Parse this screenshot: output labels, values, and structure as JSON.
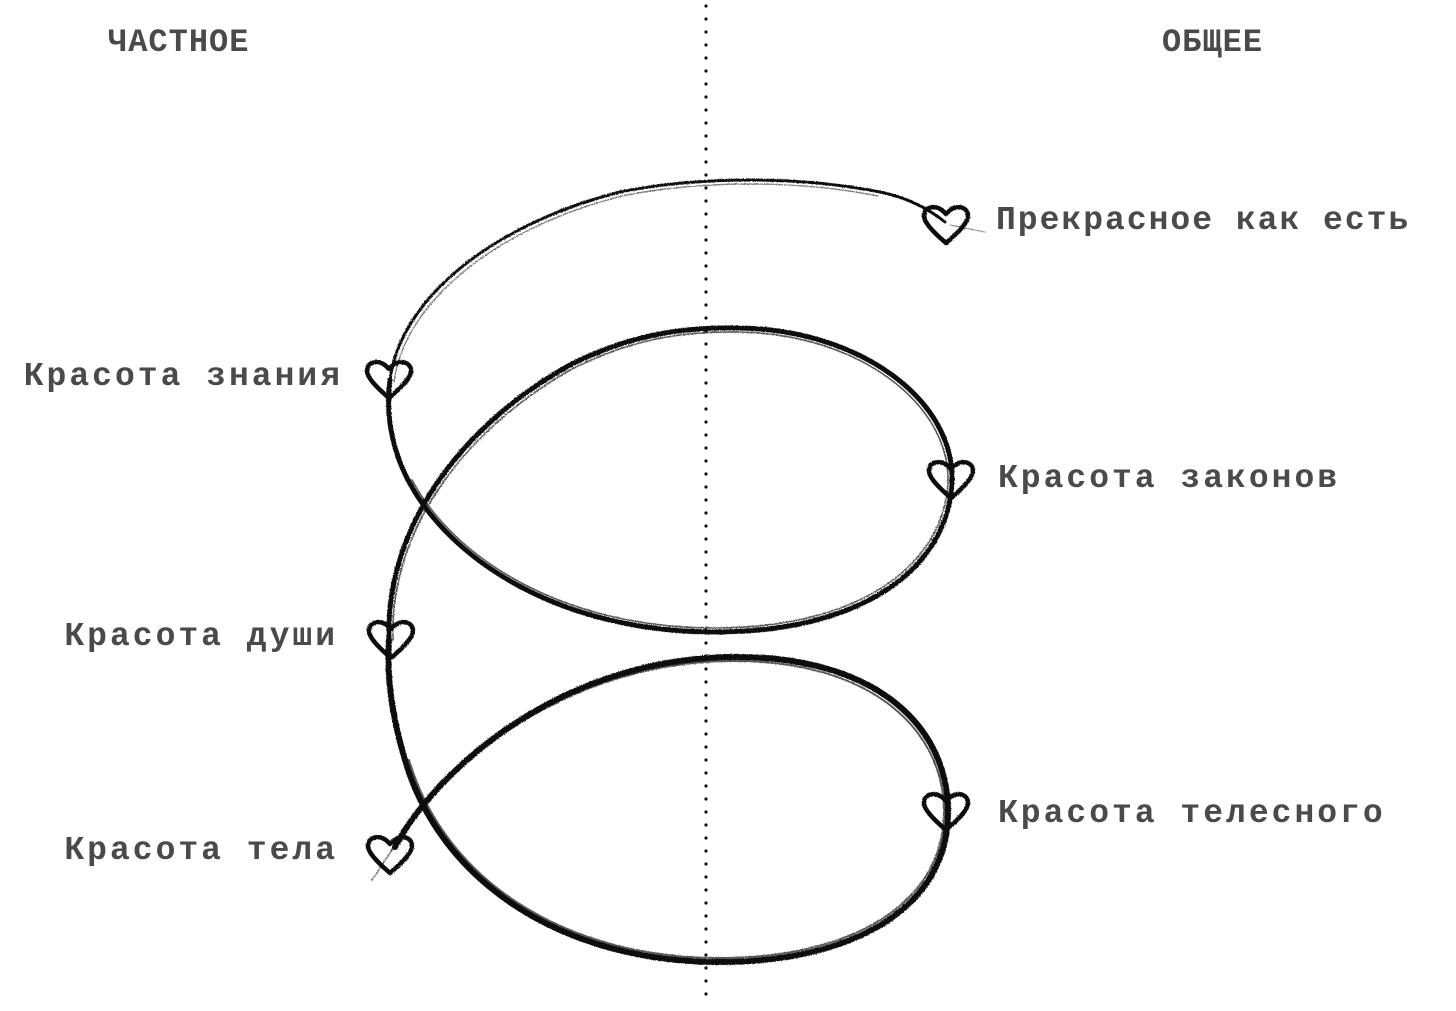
{
  "headers": {
    "left": "ЧАСТНОЕ",
    "right": "ОБЩЕЕ"
  },
  "stages": [
    {
      "label": "Красота тела",
      "side": "left"
    },
    {
      "label": "Красота телесного",
      "side": "right"
    },
    {
      "label": "Красота души",
      "side": "left"
    },
    {
      "label": "Красота законов",
      "side": "right"
    },
    {
      "label": "Красота знания",
      "side": "left"
    },
    {
      "label": "Прекрасное как есть",
      "side": "right"
    }
  ],
  "colors": {
    "ink": "#111111",
    "text": "#4a4a4a",
    "background": "#ffffff"
  },
  "icons": {
    "stage_marker": "heart-icon",
    "divider": "dotted-line"
  }
}
